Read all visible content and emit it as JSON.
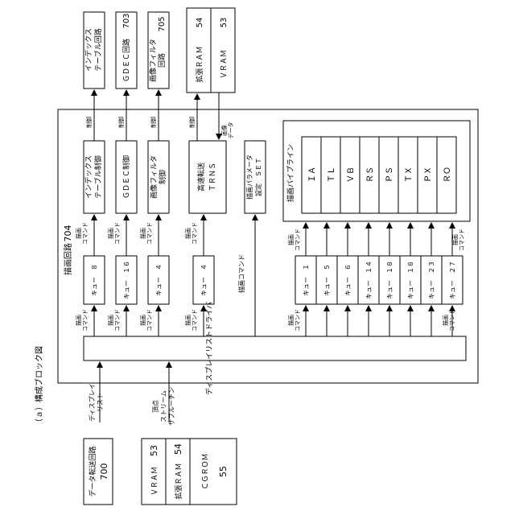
{
  "caption": "（ａ）構成ブロック図",
  "circuit": {
    "label": "描画回路",
    "number": "704"
  },
  "top_blocks": {
    "index_table": {
      "line1": "インデックス",
      "line2": "テーブル回路"
    },
    "gdec": {
      "text": "ＧＤＥＣ回路",
      "number": "703"
    },
    "image_filter": {
      "line1": "画像フィルタ",
      "line2": "回路",
      "number": "705"
    },
    "ram": {
      "ext_ram": "拡張ＲＡＭ",
      "ext_ram_num": "54",
      "vram": "ＶＲＡＭ",
      "vram_num": "53"
    }
  },
  "control_label": "制御",
  "image_data_label": {
    "line1": "画像",
    "line2": "データ"
  },
  "controllers": {
    "index_table_ctrl": {
      "line1": "インデックス",
      "line2": "テーブル制御"
    },
    "gdec_ctrl": "ＧＤＥＣ制御",
    "image_filter_ctrl": {
      "line1": "画像フィルタ",
      "line2": "制御"
    },
    "trns": {
      "line1": "高速転送",
      "line2": "ＴＲＮＳ"
    },
    "set": {
      "line1": "描画パラメータ",
      "line2": "設定　ＳＥＴ"
    }
  },
  "pipeline": {
    "title": "描画パイプライン",
    "stages": [
      "ＩＡ",
      "ＴＬ",
      "ＶＢ",
      "ＲＳ",
      "ＰＳ",
      "ＴＸ",
      "ＰＸ",
      "ＲＯ"
    ]
  },
  "draw_command": {
    "line1": "描画",
    "line2": "コマンド"
  },
  "draw_command_single": "描画コマンド",
  "left_queues": [
    "キュー　８",
    "キュー　１６",
    "キュー　４",
    "キュー　４"
  ],
  "right_queues": [
    "キュー　１",
    "キュー　５",
    "キュー　６",
    "キュー　１４",
    "キュー　１８",
    "キュー　１８",
    "キュー　２３",
    "キュー　２７"
  ],
  "display_list_driver": "ディスプレイリストドライバ",
  "inputs": {
    "display_list": {
      "line1": "ディスプレイ",
      "line2": "リスト"
    },
    "vertex_stream": {
      "line1": "頂点",
      "line2": "ストリーム",
      "line3": "サブルーチン"
    }
  },
  "bottom_blocks": {
    "data_transfer": {
      "text": "データ転送回路",
      "number": "700"
    },
    "memory": {
      "vram": "ＶＲＡＭ",
      "vram_num": "53",
      "ext_ram": "拡張ＲＡＭ",
      "ext_ram_num": "54",
      "cgrom": "ＣＧＲＯＭ",
      "cgrom_num": "55"
    }
  }
}
